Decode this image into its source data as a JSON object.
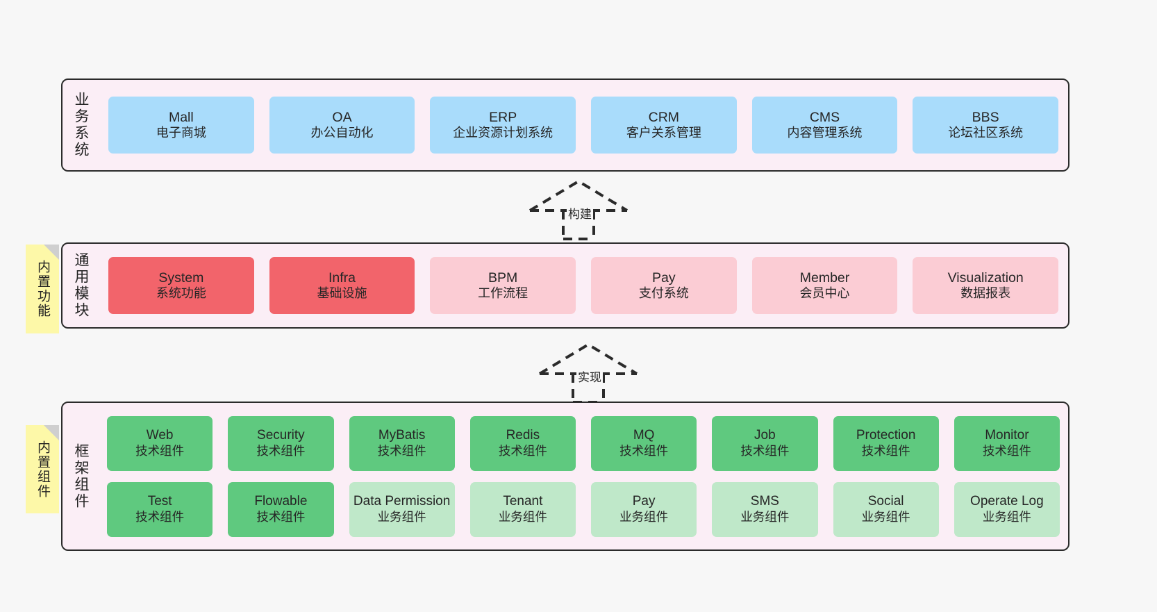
{
  "colors": {
    "background": "#f7f7f7",
    "panel_fill": "#fbeef6",
    "panel_border": "#2b2b2b",
    "business_box": "#a9dcfb",
    "module_core_box": "#f2646b",
    "module_box": "#fbccd4",
    "framework_tech_box": "#5fc97f",
    "framework_biz_box": "#bfe8c9",
    "sticky_note": "#fdf8a8",
    "sticky_fold": "#cfcfcf"
  },
  "layers": {
    "business": {
      "title": "业务系统",
      "items": [
        {
          "en": "Mall",
          "cn": "电子商城"
        },
        {
          "en": "OA",
          "cn": "办公自动化"
        },
        {
          "en": "ERP",
          "cn": "企业资源计划系统"
        },
        {
          "en": "CRM",
          "cn": "客户关系管理"
        },
        {
          "en": "CMS",
          "cn": "内容管理系统"
        },
        {
          "en": "BBS",
          "cn": "论坛社区系统"
        }
      ]
    },
    "modules": {
      "title": "通用模块",
      "note": "内置功能",
      "items": [
        {
          "en": "System",
          "cn": "系统功能",
          "variant": "core"
        },
        {
          "en": "Infra",
          "cn": "基础设施",
          "variant": "core"
        },
        {
          "en": "BPM",
          "cn": "工作流程",
          "variant": "plain"
        },
        {
          "en": "Pay",
          "cn": "支付系统",
          "variant": "plain"
        },
        {
          "en": "Member",
          "cn": "会员中心",
          "variant": "plain"
        },
        {
          "en": "Visualization",
          "cn": "数据报表",
          "variant": "plain"
        }
      ]
    },
    "framework": {
      "title": "框架组件",
      "note": "内置组件",
      "row1": [
        {
          "en": "Web",
          "cn": "技术组件"
        },
        {
          "en": "Security",
          "cn": "技术组件"
        },
        {
          "en": "MyBatis",
          "cn": "技术组件"
        },
        {
          "en": "Redis",
          "cn": "技术组件"
        },
        {
          "en": "MQ",
          "cn": "技术组件"
        },
        {
          "en": "Job",
          "cn": "技术组件"
        },
        {
          "en": "Protection",
          "cn": "技术组件"
        },
        {
          "en": "Monitor",
          "cn": "技术组件"
        }
      ],
      "row2": [
        {
          "en": "Test",
          "cn": "技术组件"
        },
        {
          "en": "Flowable",
          "cn": "技术组件"
        },
        {
          "en": "Data Permission",
          "cn": "业务组件"
        },
        {
          "en": "Tenant",
          "cn": "业务组件"
        },
        {
          "en": "Pay",
          "cn": "业务组件"
        },
        {
          "en": "SMS",
          "cn": "业务组件"
        },
        {
          "en": "Social",
          "cn": "业务组件"
        },
        {
          "en": "Operate Log",
          "cn": "业务组件"
        }
      ]
    }
  },
  "connectors": [
    {
      "id": "build",
      "label": "构建"
    },
    {
      "id": "implement",
      "label": "实现"
    }
  ]
}
